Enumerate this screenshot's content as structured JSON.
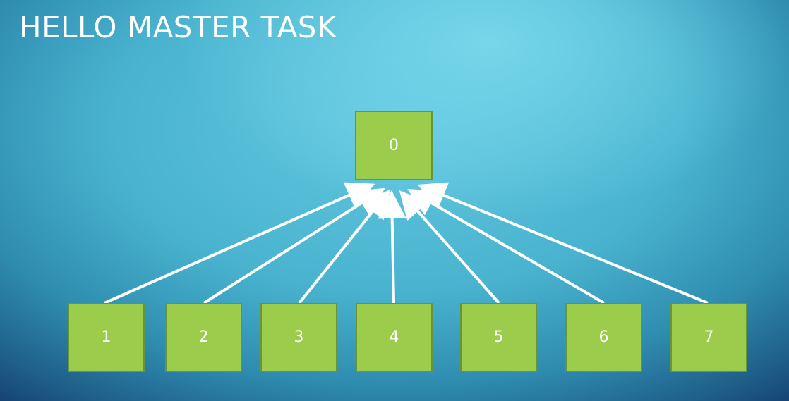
{
  "slide": {
    "title": "HELLO MASTER TASK"
  },
  "diagram": {
    "root_label": "0",
    "worker_labels": [
      "1",
      "2",
      "3",
      "4",
      "5",
      "6",
      "7"
    ]
  },
  "colors": {
    "node_fill": "#9bcc4b",
    "node_border": "#69953a",
    "arrow": "#ffffff",
    "title": "#ffffff"
  }
}
